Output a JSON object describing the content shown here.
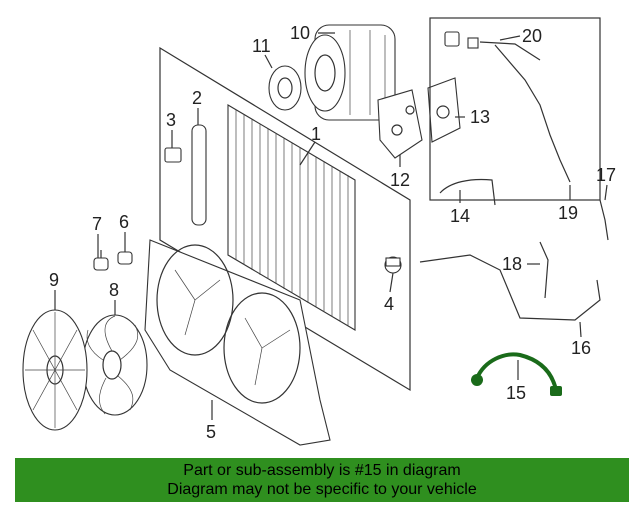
{
  "callouts": {
    "c1": "1",
    "c2": "2",
    "c3": "3",
    "c4": "4",
    "c5": "5",
    "c6": "6",
    "c7": "7",
    "c8": "8",
    "c9": "9",
    "c10": "10",
    "c11": "11",
    "c12": "12",
    "c13": "13",
    "c14": "14",
    "c15": "15",
    "c16": "16",
    "c17": "17",
    "c18": "18",
    "c19": "19",
    "c20": "20"
  },
  "banner": {
    "line1": "Part or sub-assembly is #15 in diagram",
    "line2": "Diagram may not be specific to your vehicle"
  },
  "colors": {
    "highlight": "#1a6b1a",
    "banner": "#2f8f1f"
  }
}
